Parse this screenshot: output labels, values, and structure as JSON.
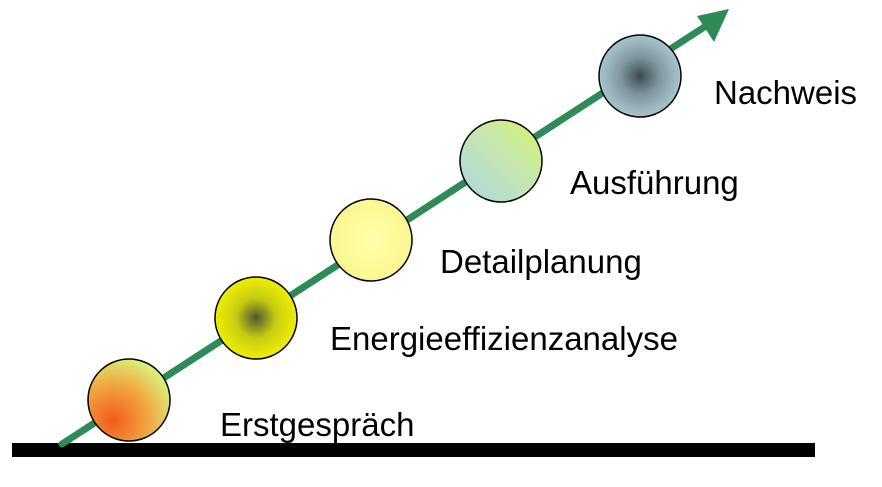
{
  "diagram": {
    "stages": [
      {
        "label": "Erstgespräch"
      },
      {
        "label": "Energieeffizienzanalyse"
      },
      {
        "label": "Detailplanung"
      },
      {
        "label": "Ausführung"
      },
      {
        "label": "Nachweis"
      }
    ],
    "colors": {
      "arrow": "#2e8b57",
      "baseline": "#000000",
      "circle_outline": "#000000"
    }
  }
}
